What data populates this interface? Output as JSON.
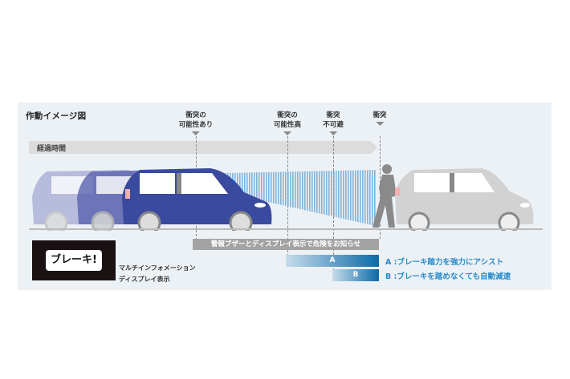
{
  "diagram": {
    "title": "作動イメージ図",
    "timeline_label": "経過時間",
    "events": [
      {
        "line1": "衝突の",
        "line2": "可能性あり"
      },
      {
        "line1": "衝突の",
        "line2": "可能性高"
      },
      {
        "line1": "衝突",
        "line2": "不可避"
      },
      {
        "line1": "",
        "line2": "衝突"
      }
    ],
    "warning_bar": "警報ブザーとディスプレイ表示で危険をお知らせ",
    "phase_a_label": "A",
    "phase_b_label": "B",
    "legend_a": "A :ブレーキ踏力を強力にアシスト",
    "legend_b": "B :ブレーキを踏めなくても自動減速",
    "display_badge": "ブレーキ!",
    "display_caption_line1": "マルチインフォメーション",
    "display_caption_line2": "ディスプレイ表示",
    "colors": {
      "panel_bg": "#ecf1f6",
      "own_car": "#3a4a9e",
      "ghost_car": "#8c92c8",
      "target_car": "#d2d2d2",
      "pedestrian": "#8a8a8a",
      "accent_blue": "#0a6aa8",
      "legend_text": "#2a8bc8",
      "warning_gray": "#a3a3a3"
    }
  }
}
